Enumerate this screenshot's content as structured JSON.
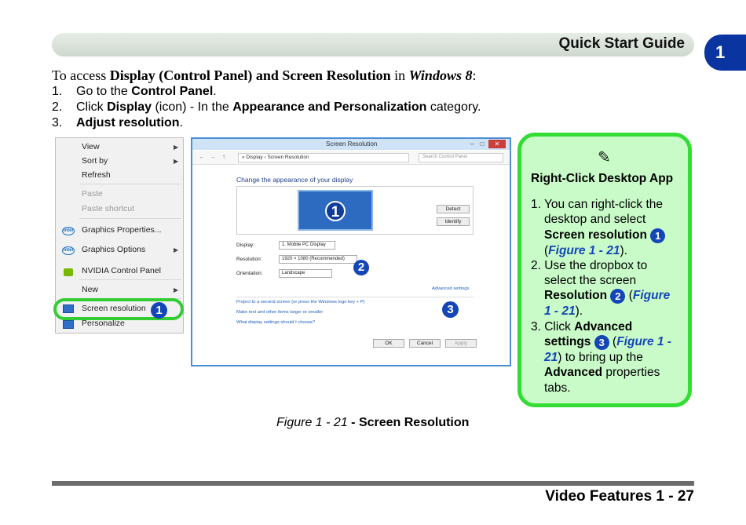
{
  "header": {
    "title": "Quick Start Guide",
    "chapter": "1"
  },
  "intro": {
    "prefix": "To access ",
    "bold1": "Display (Control Panel) and Screen Resolution",
    "middle": " in ",
    "os": "Windows 8",
    "suffix": ":"
  },
  "steps": [
    {
      "num": "1.",
      "pre": "Go to the ",
      "bold": "Control Panel",
      "post": "."
    },
    {
      "num": "2.",
      "pre": "Click ",
      "bold": "Display",
      "mid": " (icon) - In the ",
      "bold2": "Appearance and Personalization",
      "post": " category."
    },
    {
      "num": "3.",
      "pre": "",
      "bold": "Adjust resolution",
      "post": "."
    }
  ],
  "context_menu": {
    "view": "View",
    "sort_by": "Sort by",
    "refresh": "Refresh",
    "paste": "Paste",
    "paste_shortcut": "Paste shortcut",
    "graphics_properties": "Graphics Properties...",
    "graphics_options": "Graphics Options",
    "nvidia": "NVIDIA Control Panel",
    "new": "New",
    "screen_resolution": "Screen resolution",
    "personalize": "Personalize",
    "intel_label": "intel"
  },
  "badges": {
    "b1": "1",
    "b2": "2",
    "b3": "3"
  },
  "window": {
    "title": "Screen Resolution",
    "breadcrumb": "«  Display  ›  Screen Resolution",
    "search_placeholder": "Search Control Panel",
    "heading": "Change the appearance of your display",
    "detect": "Detect",
    "identify": "Identify",
    "display_label": "Display:",
    "display_value": "1. Mobile PC Display",
    "resolution_label": "Resolution:",
    "resolution_value": "1920 × 1080 (Recommended)",
    "orientation_label": "Orientation:",
    "orientation_value": "Landscape",
    "advanced_settings": "Advanced settings",
    "link1": "Project to a second screen (or press the Windows logo key  + P)",
    "link2": "Make text and other items larger or smaller",
    "link3": "What display settings should I choose?",
    "ok": "OK",
    "cancel": "Cancel",
    "apply": "Apply"
  },
  "note": {
    "title": "Right-Click Desktop App",
    "item1": {
      "l1": "1. You can right-click the",
      "l2": "desktop and select",
      "l3": "Screen resolution",
      "l4_open": "(",
      "l4_ref": "Figure 1 - 21",
      "l4_close": ")."
    },
    "item2": {
      "l1": "2. Use the dropbox to",
      "l2": "select the screen",
      "l3": "Resolution",
      "l3_open": " (",
      "l3_ref": "Figure",
      "l4_ref": "1 - 21",
      "l4_close": ")."
    },
    "item3": {
      "l1_pre": "3. Click ",
      "l1_bold": "Advanced",
      "l2_bold": "settings",
      "l2_open": " (",
      "l2_ref": "Figure 1 -",
      "l3_ref": "21",
      "l3_rest": ") to bring up the",
      "l4_bold": "Advanced",
      "l4_rest": " properties",
      "l5": "tabs."
    }
  },
  "caption": {
    "fig": "Figure 1 - 21",
    "title": " - Screen Resolution"
  },
  "footer": {
    "text": "Video Features 1 - 27"
  },
  "colors": {
    "header_bar": "#d6ded6",
    "chapter_tab": "#0a34a0",
    "badge": "#1446b8",
    "note_bg": "#c9fbc9",
    "note_border": "#33dd33",
    "highlight": "#33cc33"
  }
}
